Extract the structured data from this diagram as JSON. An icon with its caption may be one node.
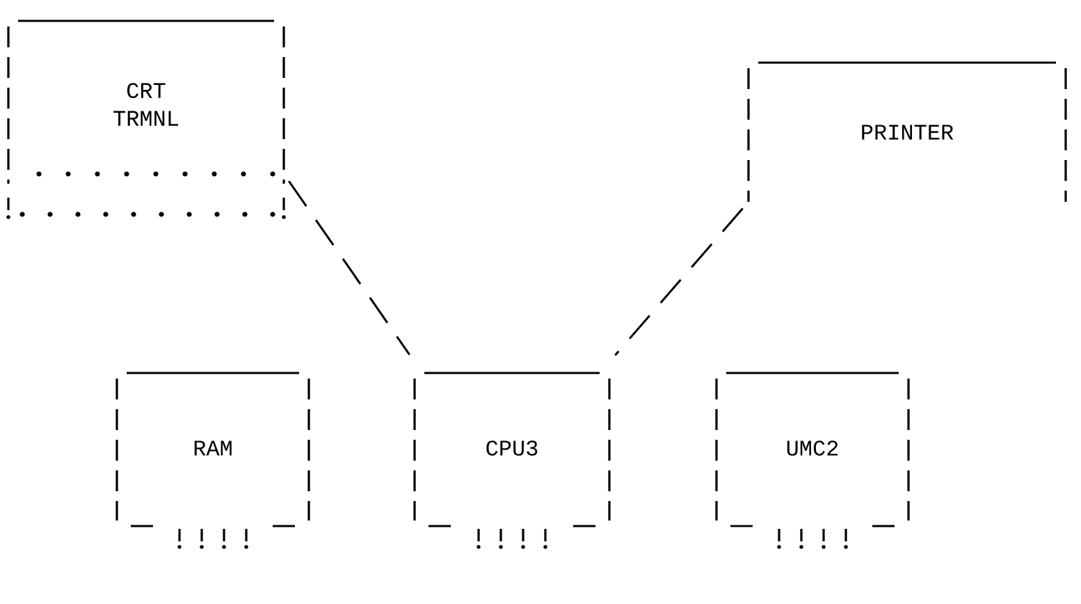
{
  "diagram": {
    "nodes": [
      {
        "text": [
          "CRT TRMNL"
        ]
      },
      {
        "text": [
          "PRINTER"
        ]
      },
      {
        "text": [
          "RAM"
        ]
      },
      {
        "text": [
          "CPU3"
        ]
      },
      {
        "text": [
          "UMC2"
        ]
      }
    ],
    "edges": [
      {
        "from": 0,
        "to": 3,
        "arrow": "none",
        "style": "dashed"
      },
      {
        "from": 1,
        "to": 3,
        "arrow": "none",
        "style": "dashed"
      }
    ]
  }
}
